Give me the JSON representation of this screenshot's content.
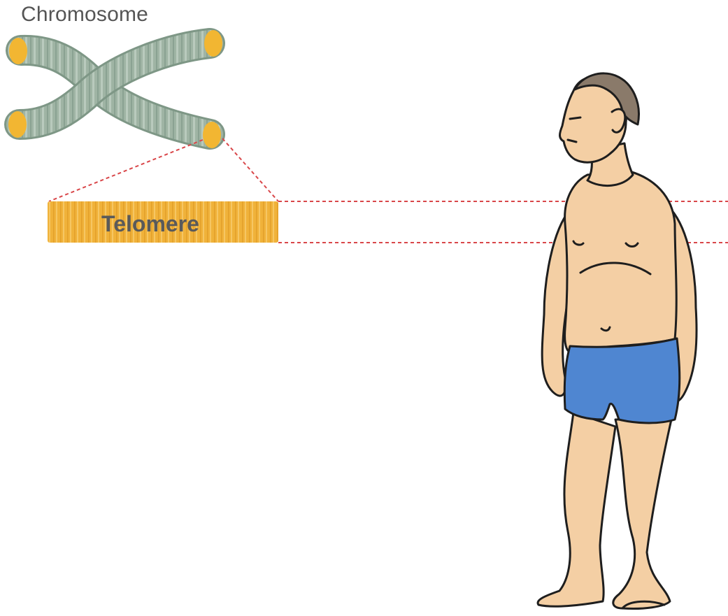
{
  "labels": {
    "chromosome": "Chromosome",
    "telomere": "Telomere"
  },
  "colors": {
    "chromosome_arm": "#9fb4a4",
    "chromosome_dark": "#7e9786",
    "telomere_cap": "#f2b632",
    "telomere_bar": "#f0b23a",
    "telomere_text": "#5a5a5a",
    "guide_line": "#d9474a",
    "skin": "#f4cfa4",
    "shorts": "#4f86d1",
    "hair": "#8a7a6a",
    "outline": "#1e1e1e"
  },
  "icons": {
    "chromosome": "chromosome-x-shape",
    "person": "elderly-man-in-shorts"
  }
}
